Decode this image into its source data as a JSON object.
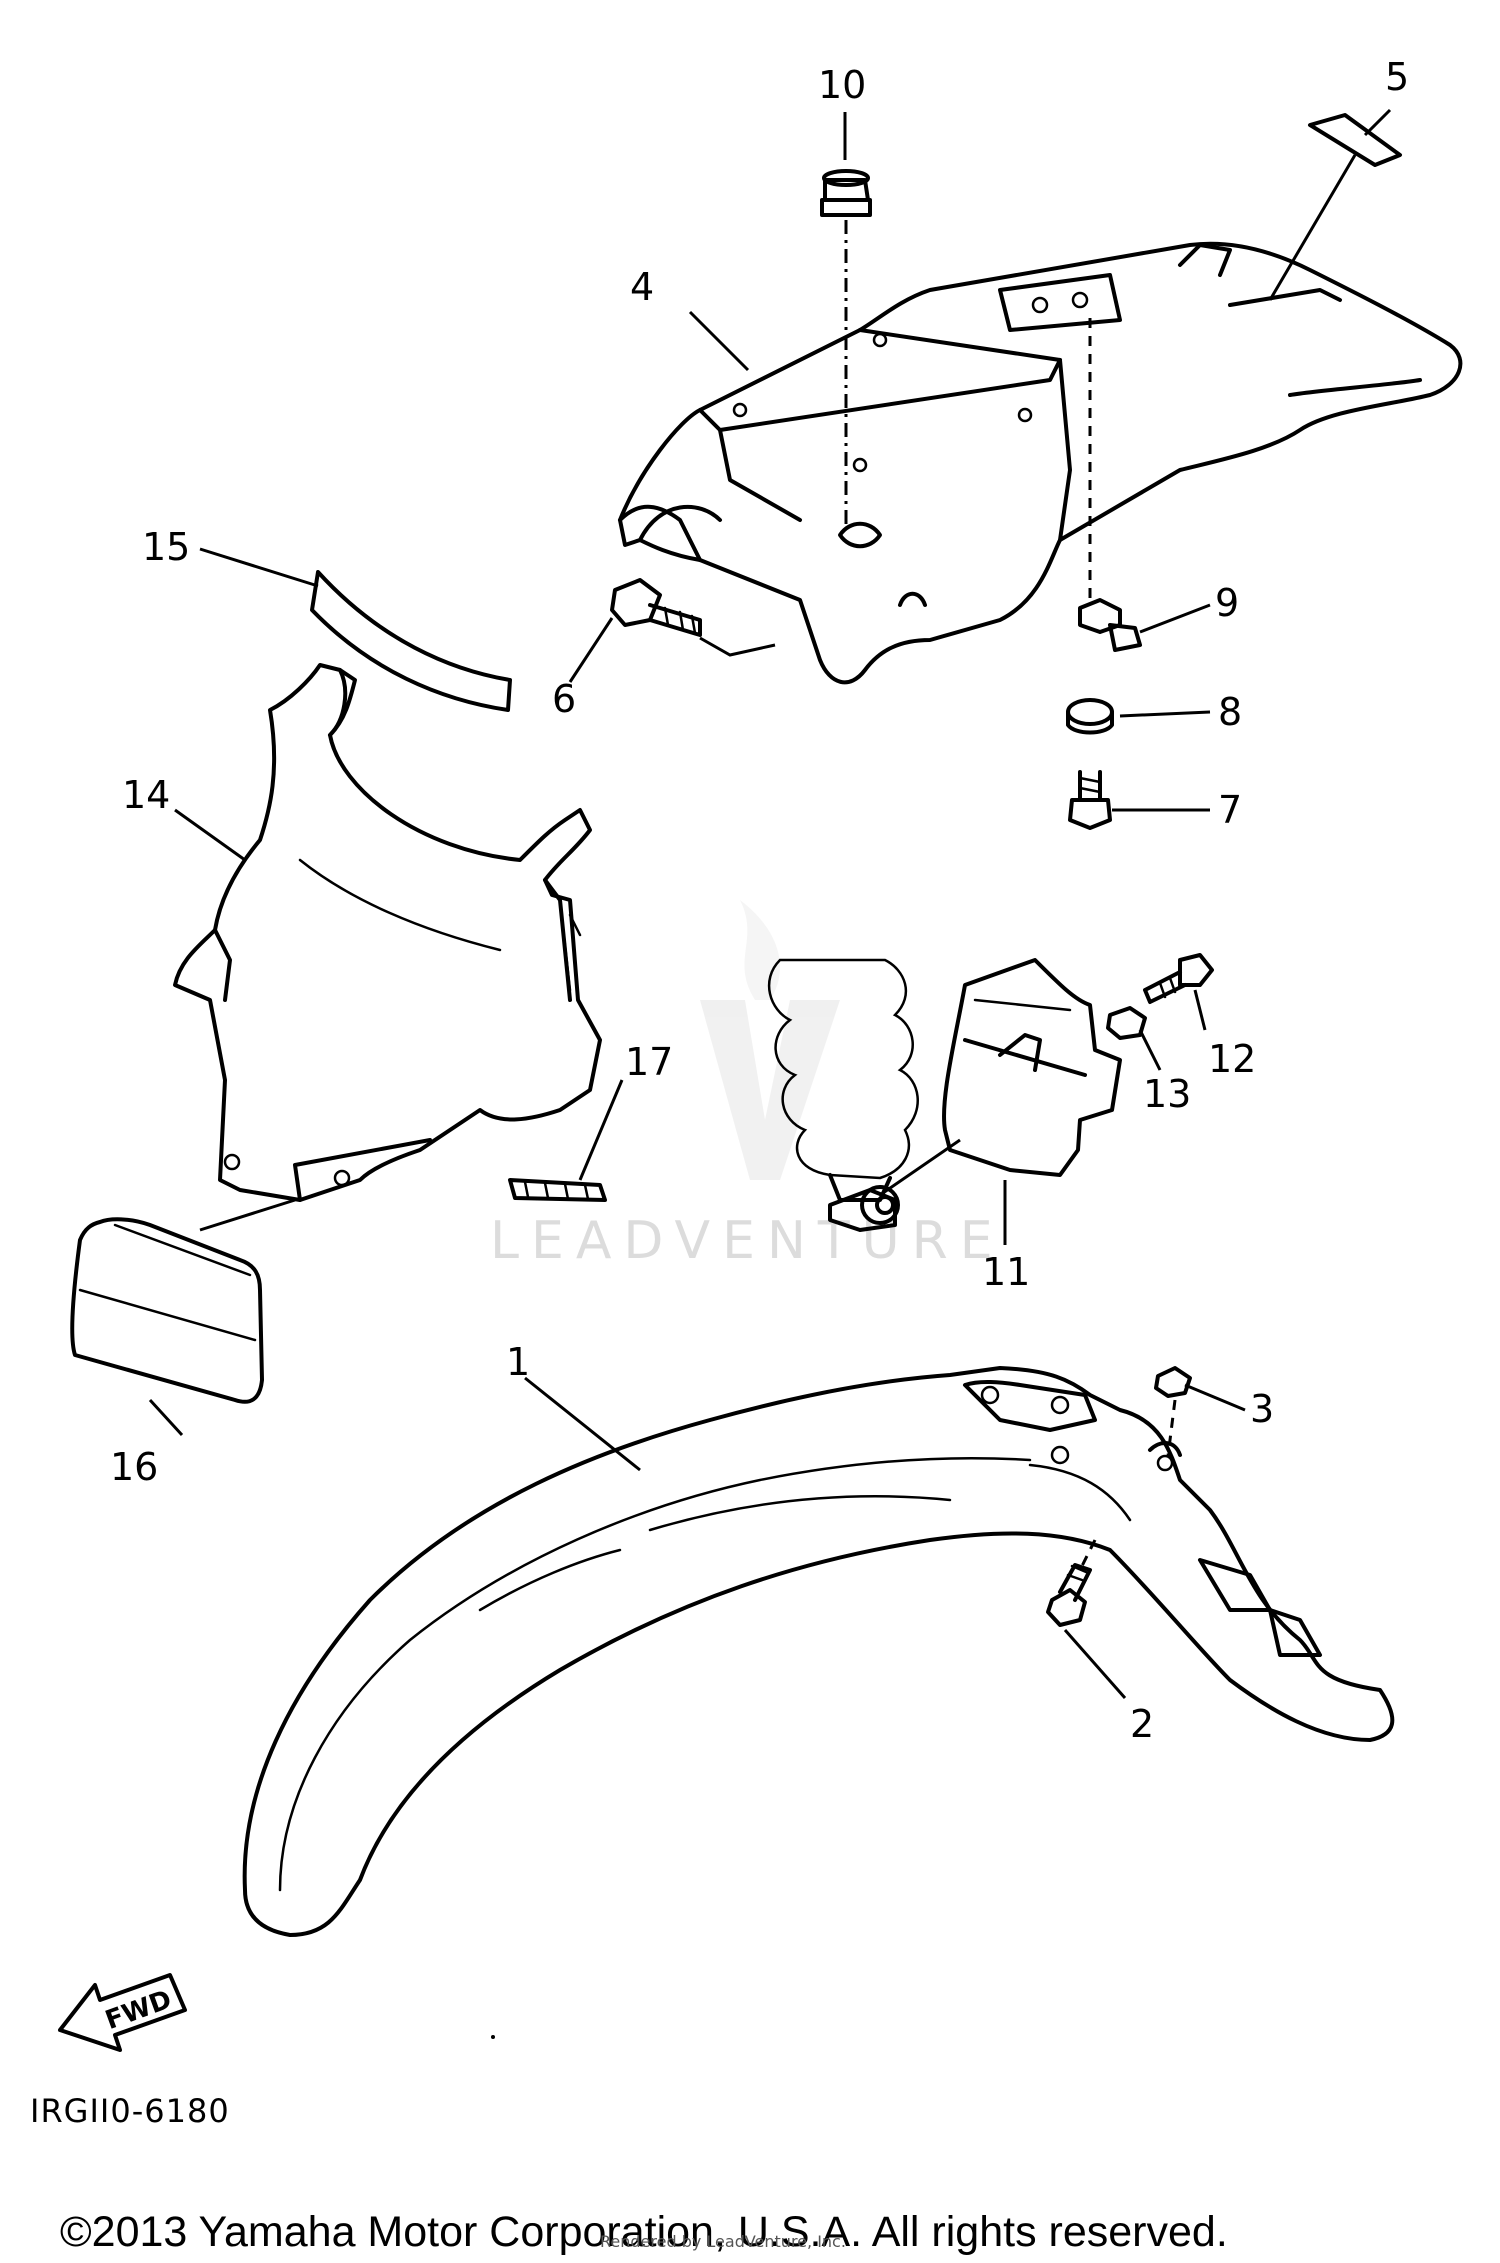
{
  "diagram_code": "IRGII0-6180",
  "watermark": "LEADVENTURE",
  "fwd_label": "FWD",
  "copyright": "©2013 Yamaha Motor Corporation, U.S.A. All rights reserved.",
  "rendered_by": "Rendered by LeadVenture, Inc.",
  "callouts": [
    {
      "id": "1",
      "label": "1"
    },
    {
      "id": "2",
      "label": "2"
    },
    {
      "id": "3",
      "label": "3"
    },
    {
      "id": "4",
      "label": "4"
    },
    {
      "id": "5",
      "label": "5"
    },
    {
      "id": "6",
      "label": "6"
    },
    {
      "id": "7",
      "label": "7"
    },
    {
      "id": "8",
      "label": "8"
    },
    {
      "id": "9",
      "label": "9"
    },
    {
      "id": "10",
      "label": "10"
    },
    {
      "id": "11",
      "label": "11"
    },
    {
      "id": "12",
      "label": "12"
    },
    {
      "id": "13",
      "label": "13"
    },
    {
      "id": "14",
      "label": "14"
    },
    {
      "id": "15",
      "label": "15"
    },
    {
      "id": "16",
      "label": "16"
    },
    {
      "id": "17",
      "label": "17"
    }
  ]
}
